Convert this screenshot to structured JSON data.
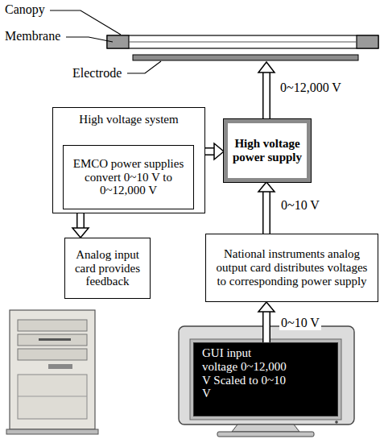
{
  "diagram": {
    "nodes": [
      {
        "text": [
          "High voltage system"
        ]
      },
      {
        "text": [
          "EMCO power supplies convert 0~10 V to 0~12,000 V"
        ],
        "in": 0
      },
      {
        "text": [
          "High voltage power supply"
        ]
      },
      {
        "text": [
          "Analog input card provides feedback"
        ]
      },
      {
        "text": [
          "National instruments analog output card distributes voltages to corresponding power supply"
        ]
      },
      {
        "text": [
          "GUI input voltage 0~12,000 V Scaled to 0~10 V"
        ]
      }
    ],
    "edges": [
      {
        "from": 0,
        "to": 2,
        "arrow": "to"
      },
      {
        "from": 0,
        "to": 3,
        "arrow": "to"
      },
      {
        "from": 4,
        "to": 2,
        "label": "0~10 V",
        "arrow": "to"
      },
      {
        "from": 5,
        "to": 4,
        "label": "0~10 V",
        "arrow": "to"
      }
    ],
    "labels": [
      "Canopy",
      "Membrane",
      "Electrode",
      "0~12,000 V"
    ]
  }
}
